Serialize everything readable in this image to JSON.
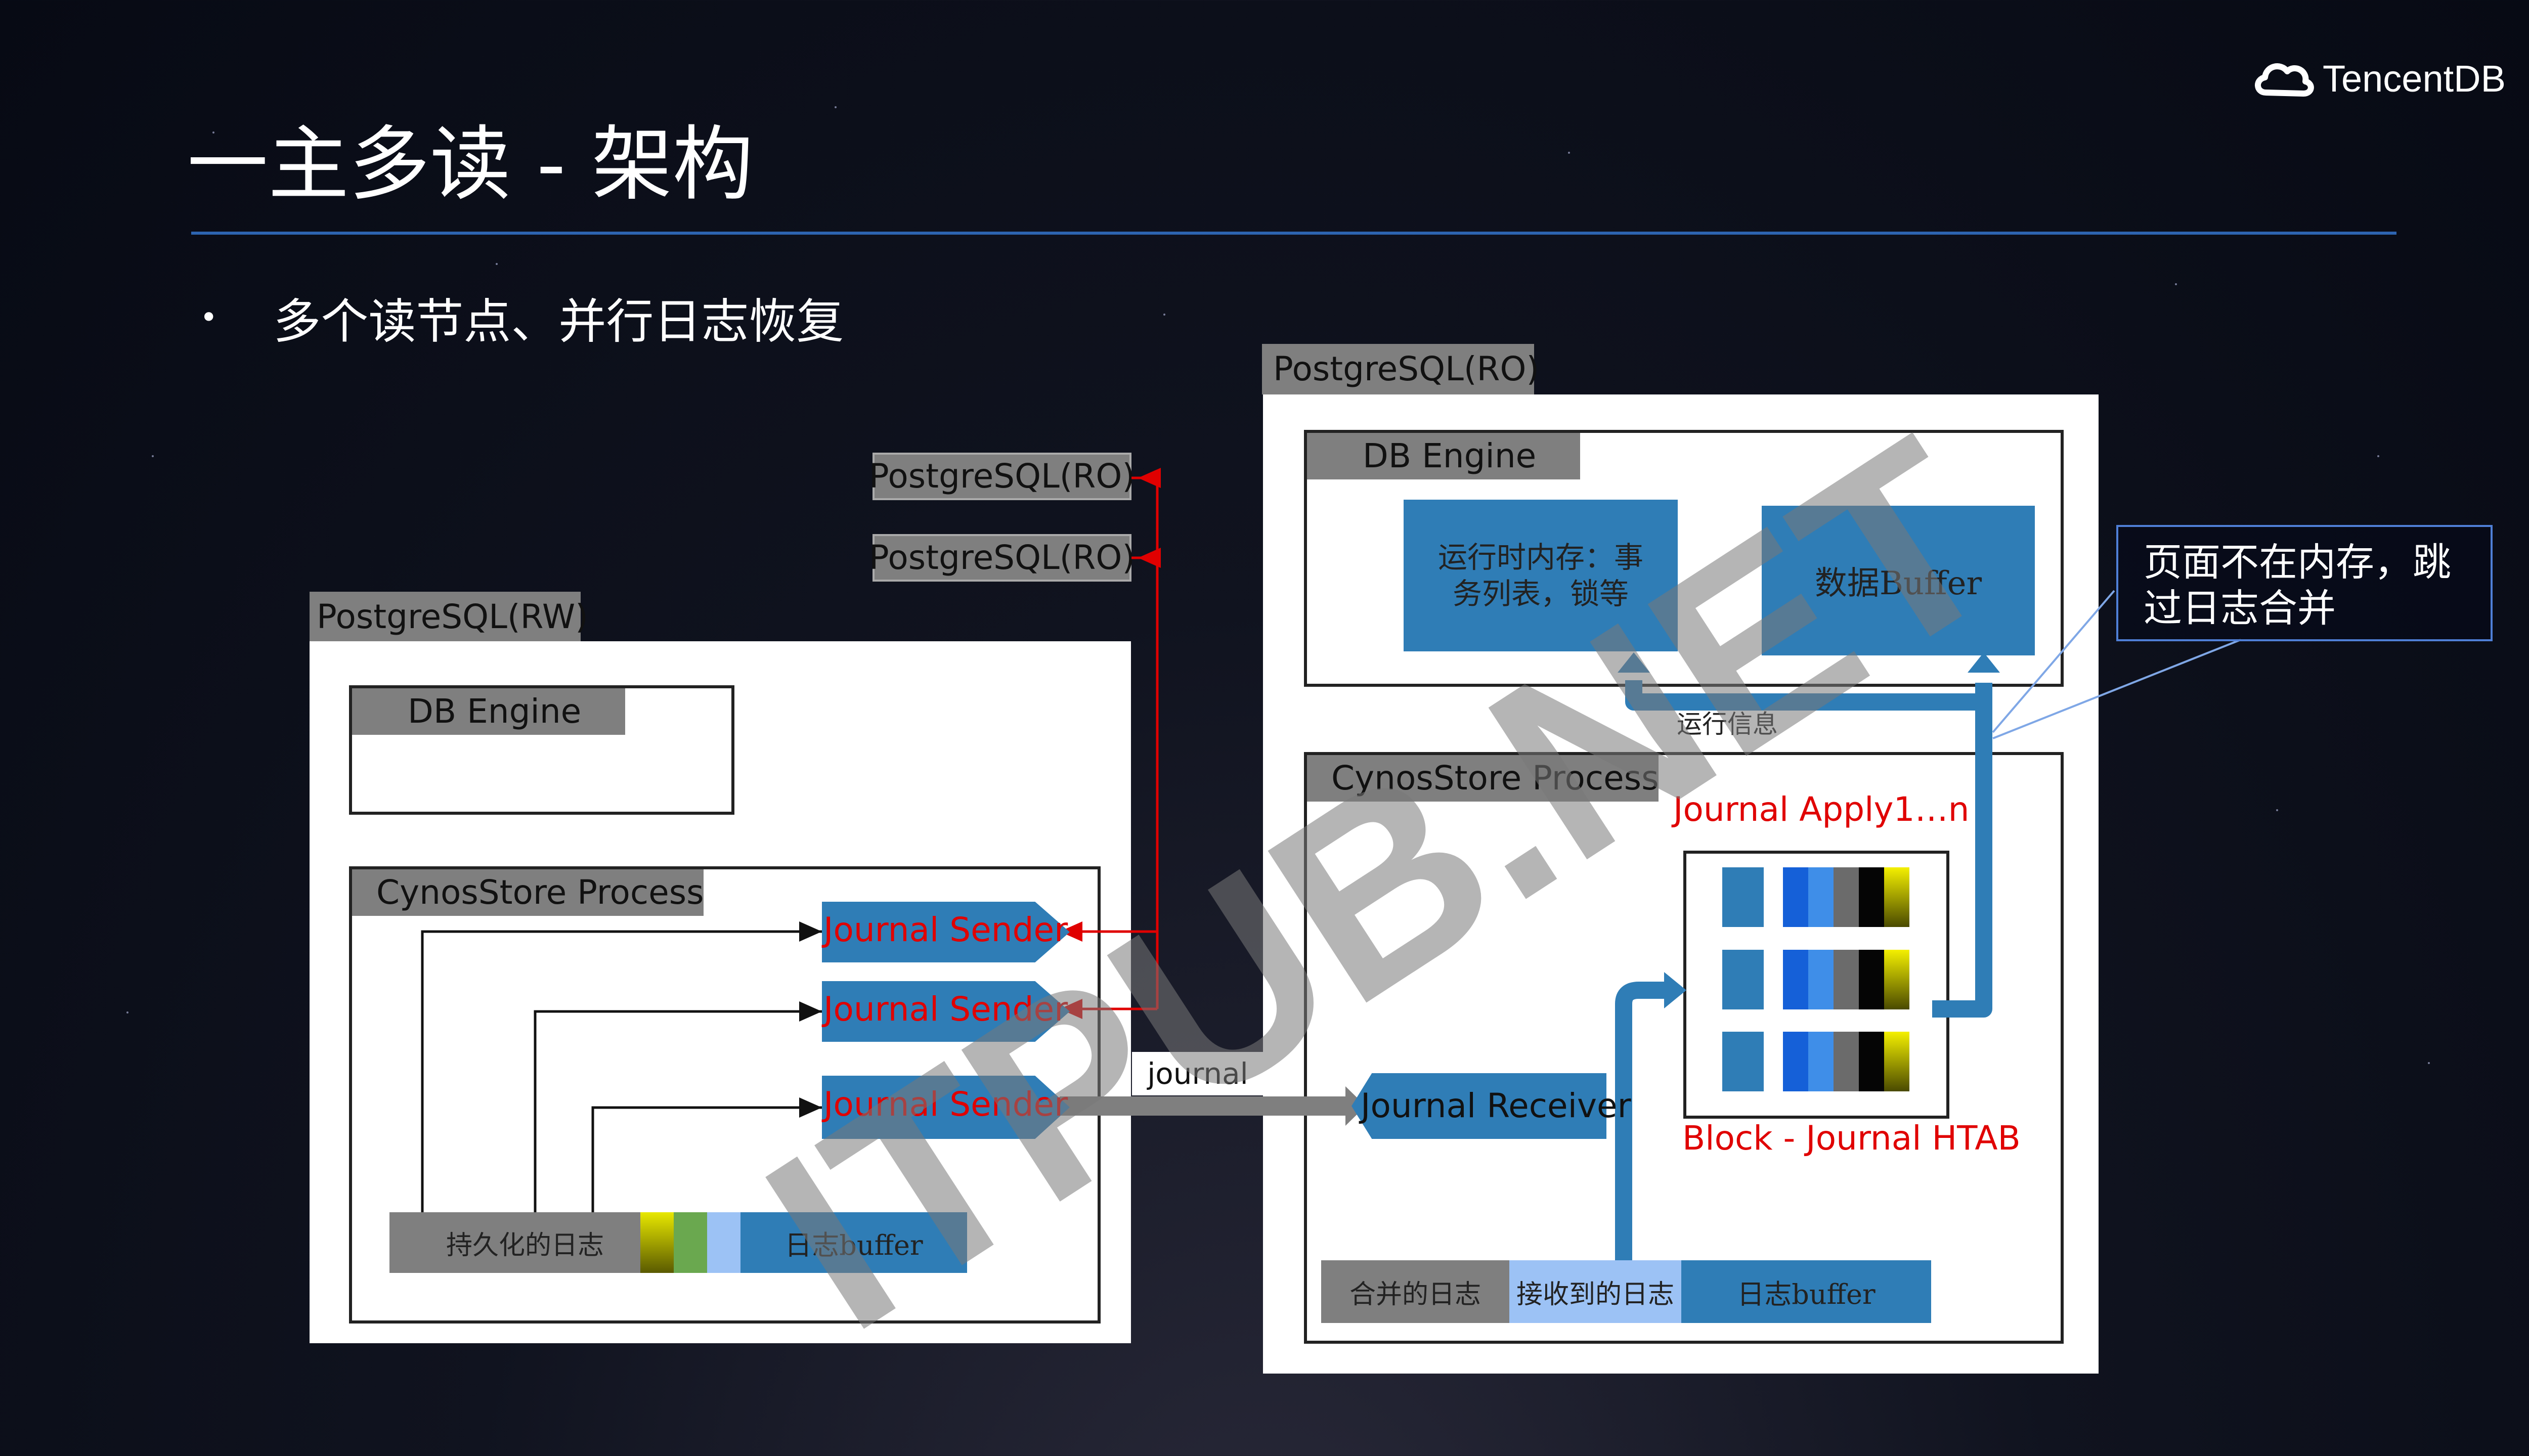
{
  "brand": {
    "logo_text": "TencentDB"
  },
  "slide": {
    "title": "一主多读 - 架构",
    "bullet": "多个读节点、并行日志恢复"
  },
  "watermark": "ITPUB.NET",
  "rw_node": {
    "label": "PostgreSQL(RW)",
    "db_engine": "DB Engine",
    "cynos_label": "CynosStore Process",
    "senders": [
      "Journal Sender",
      "Journal Sender",
      "Journal Sender"
    ],
    "persisted_log": "持久化的日志",
    "log_buffer": "日志buffer"
  },
  "ro_small": [
    "PostgreSQL(RO)",
    "PostgreSQL(RO)"
  ],
  "journal_label": "journal",
  "ro_node": {
    "label": "PostgreSQL(RO)",
    "db_engine": "DB Engine",
    "runtime_mem": "运行时内存：事务列表，锁等",
    "data_buffer": "数据Buffer",
    "runtime_info": "运行信息",
    "cynos_label": "CynosStore Process",
    "apply_label": "Journal Apply1…n",
    "htab_label": "Block - Journal HTAB",
    "receiver": "Journal Receiver",
    "merged_log": "合并的日志",
    "received_log": "接收到的日志",
    "log_buffer": "日志buffer"
  },
  "callout": "页面不在内存，跳过日志合并",
  "colors": {
    "accent_blue": "#2f7db6",
    "header_gray": "#7f7f7f",
    "red": "#e00000",
    "title_rule": "#2d64b0"
  }
}
